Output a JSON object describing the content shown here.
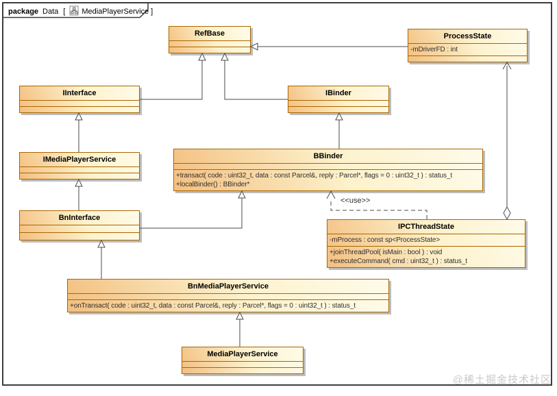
{
  "package": {
    "keyword": "package",
    "name": "Data",
    "open_bracket": "[",
    "diagram_name": "MediaPlayerService",
    "close_bracket": "]",
    "icon": "class-diagram-icon"
  },
  "classes": {
    "refbase": {
      "name": "RefBase",
      "attributes": [],
      "operations": []
    },
    "processstate": {
      "name": "ProcessState",
      "attributes": [
        "-mDriverFD : int"
      ],
      "operations": []
    },
    "iinterface": {
      "name": "IInterface",
      "attributes": [],
      "operations": []
    },
    "ibinder": {
      "name": "IBinder",
      "attributes": [],
      "operations": []
    },
    "imediaplayerservice": {
      "name": "IMediaPlayerService",
      "attributes": [],
      "operations": []
    },
    "bbinder": {
      "name": "BBinder",
      "attributes": [],
      "operations": [
        "+transact( code : uint32_t, data : const Parcel&, reply : Parcel*, flags = 0 : uint32_t ) : status_t",
        "+localBinder() : BBinder*"
      ]
    },
    "bninterface": {
      "name": "BnInterface",
      "attributes": [],
      "operations": []
    },
    "ipcthreadstate": {
      "name": "IPCThreadState",
      "attributes": [
        "-mProcess : const sp<ProcessState>"
      ],
      "operations": [
        "+joinThreadPool( isMain : bool ) : void",
        "+executeCommand( cmd : uint32_t ) : status_t"
      ]
    },
    "bnmediaplayerservice": {
      "name": "BnMediaPlayerService",
      "attributes": [],
      "operations": [
        "+onTransact( code : uint32_t, data : const Parcel&, reply : Parcel*, flags = 0 : uint32_t ) : status_t"
      ]
    },
    "mediaplayerservice": {
      "name": "MediaPlayerService",
      "attributes": [],
      "operations": []
    }
  },
  "relations": {
    "use_label": "<<use>>"
  },
  "watermark": "@稀土掘金技术社区",
  "colors": {
    "box_border": "#A96500",
    "box_fill_light": "#FFFBE9",
    "box_fill_dark": "#F3BF80",
    "line": "#4A4A4A",
    "frame": "#3C3C3C",
    "watermark": "#C9C9C9"
  }
}
